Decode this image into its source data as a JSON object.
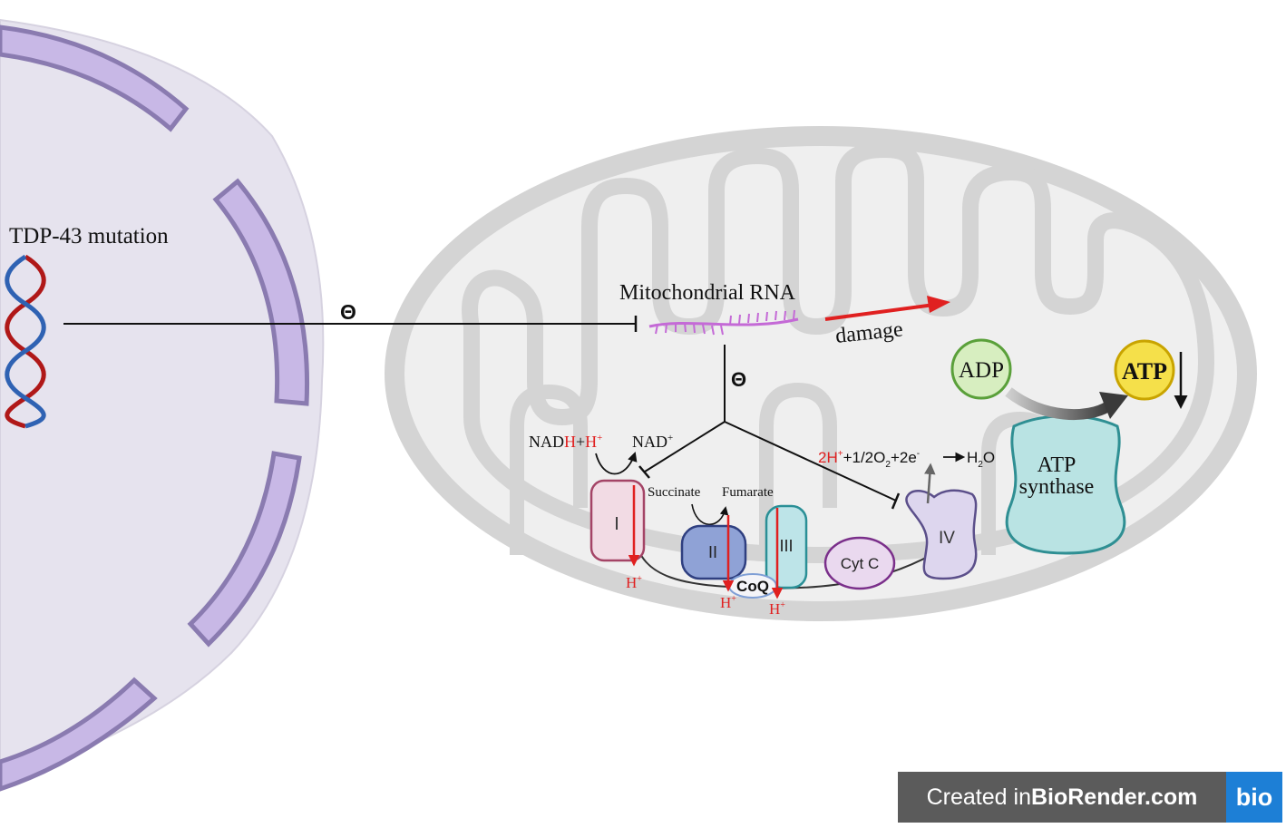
{
  "nucleus": {
    "label": "TDP-43 mutation",
    "inhibit_symbol": "Θ"
  },
  "mitochondrion": {
    "rna_label": "Mitochondrial RNA",
    "damage_label": "damage",
    "inhibit_symbol": "Θ",
    "nadh": {
      "a": "NAD",
      "b": "H",
      "c": "+",
      "d": "H",
      "e": "+"
    },
    "nad_plus": {
      "base": "NAD",
      "sup": "+"
    },
    "succinate": "Succinate",
    "fumarate": "Fumarate",
    "complexes": {
      "c1": "I",
      "c2": "II",
      "c3": "III",
      "c4": "IV"
    },
    "cytc": "Cyt C",
    "coq": "CoQ",
    "proton": {
      "base": "H",
      "sup": "+"
    },
    "water_reaction": {
      "p1": "2H",
      "p1_sup": "+",
      "p2": "+1/2O",
      "p2_sub": "2",
      "p3": "+2e",
      "p3_sup": "-",
      "p4": "H",
      "p4_sub": "2",
      "p5": "O"
    },
    "adp": "ADP",
    "atp": "ATP",
    "atp_synthase": [
      "ATP",
      "synthase"
    ]
  },
  "badge": {
    "prefix": "Created in ",
    "brand": "BioRender.com",
    "logo": "bio"
  },
  "colors": {
    "nucleus_fill": "#e6e3ee",
    "pore_fill": "#c8b8e6",
    "pore_stroke": "#8a7bb0",
    "mito_membrane": "#d4d4d4",
    "mito_fill": "#eeeeee",
    "proton_red": "#e02020",
    "dna_red": "#b01818",
    "dna_blue": "#2f62b3",
    "rna_purple": "#c46ad6",
    "adp_fill": "#d7eec0",
    "adp_stroke": "#5aa03a",
    "atp_fill": "#f5e04a",
    "atp_stroke": "#c9a400",
    "synthase_fill": "#b9e3e3",
    "synthase_stroke": "#2f8f93"
  }
}
